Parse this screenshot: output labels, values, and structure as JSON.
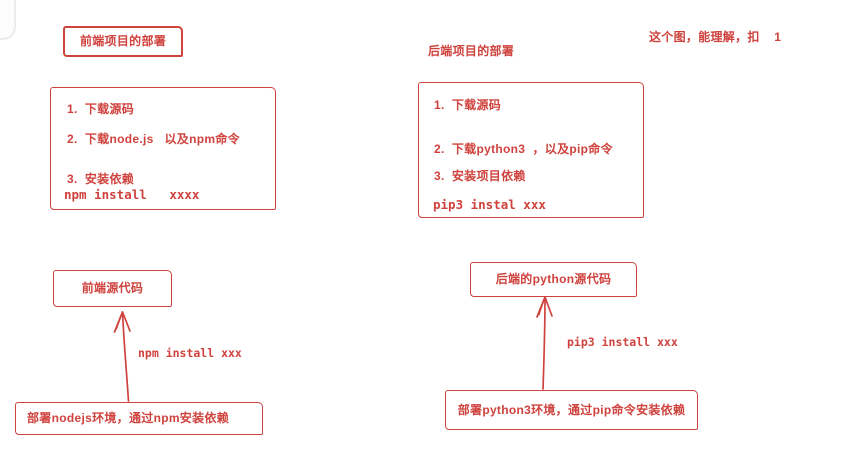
{
  "app": {
    "background": "#ffffff",
    "ink": "#cf423d",
    "panel_border": "#ebebeb"
  },
  "note": {
    "text": "这个图，能理解，扣    1"
  },
  "left": {
    "title": "前端项目的部署",
    "steps": [
      "1.  下载源码",
      "2.  下载node.js   以及npm命令",
      "3.  安装依赖",
      "npm install   xxxx"
    ],
    "source_box": "前端源代码",
    "arrow_label": "npm install xxx",
    "deploy_box": "部署nodejs环境，通过npm安装依赖"
  },
  "right": {
    "title": "后端项目的部署",
    "steps": [
      "1.  下载源码",
      "2.  下载python3  ，以及pip命令",
      "3.  安装项目依赖",
      "pip3 instal xxx"
    ],
    "source_box": "后端的python源代码",
    "arrow_label": "pip3 install xxx",
    "deploy_box": "部署python3环境，通过pip命令安装依赖"
  }
}
